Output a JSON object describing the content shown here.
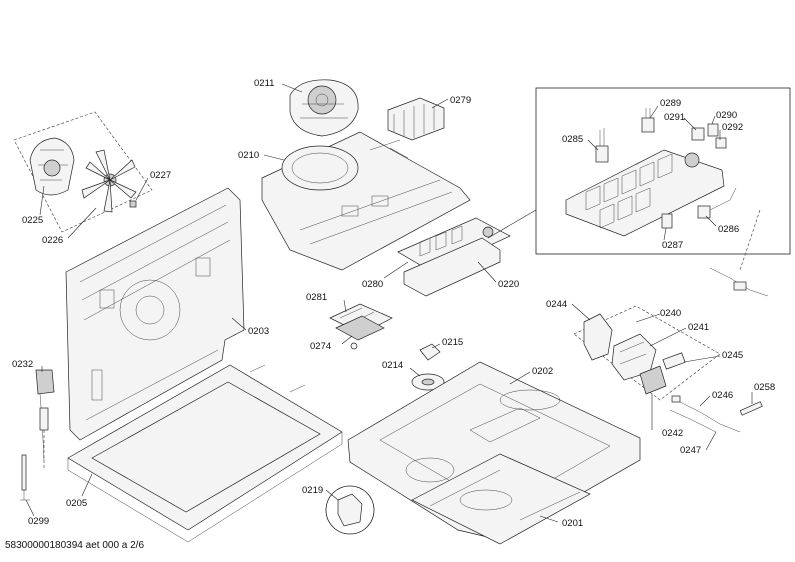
{
  "document": {
    "id_text": "58300000180394 aet 000 a 2/6"
  },
  "parts": {
    "p0211": "0211",
    "p0279": "0279",
    "p0210": "0210",
    "p0227": "0227",
    "p0225": "0225",
    "p0226": "0226",
    "p0203": "0203",
    "p0289": "0289",
    "p0285": "0285",
    "p0291": "0291",
    "p0290": "0290",
    "p0292": "0292",
    "p0287": "0287",
    "p0286": "0286",
    "p0280": "0280",
    "p0220": "0220",
    "p0281": "0281",
    "p0274": "0274",
    "p0215": "0215",
    "p0214": "0214",
    "p0232": "0232",
    "p0202": "0202",
    "p0244": "0244",
    "p0240": "0240",
    "p0241": "0241",
    "p0245": "0245",
    "p0258": "0258",
    "p0246": "0246",
    "p0242": "0242",
    "p0247": "0247",
    "p0205": "0205",
    "p0219": "0219",
    "p0201": "0201",
    "p0299": "0299"
  }
}
